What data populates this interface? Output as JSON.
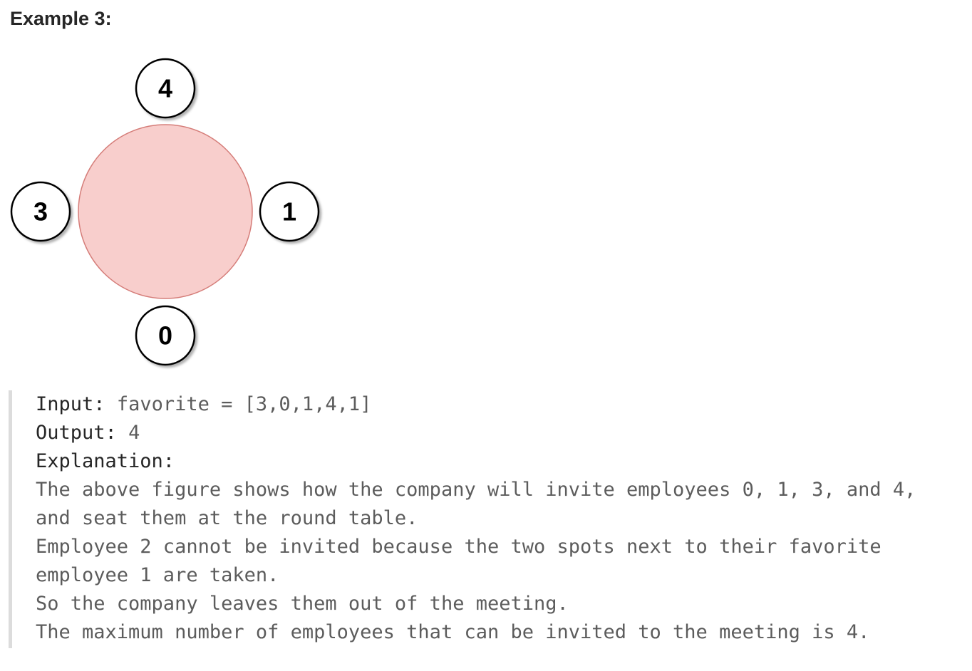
{
  "heading": "Example 3:",
  "table": {
    "fill": "#f8cecc",
    "stroke": "#d57d79"
  },
  "seats": {
    "top": "4",
    "right": "1",
    "bottom": "0",
    "left": "3"
  },
  "example": {
    "input_label": "Input:",
    "input_value": "favorite = [3,0,1,4,1]",
    "output_label": "Output:",
    "output_value": "4",
    "explanation_label": "Explanation:",
    "explanation_lines": [
      "The above figure shows how the company will invite employees 0, 1, 3, and 4,",
      "and seat them at the round table.",
      "Employee 2 cannot be invited because the two spots next to their favorite",
      "employee 1 are taken.",
      "So the company leaves them out of the meeting.",
      "The maximum number of employees that can be invited to the meeting is 4."
    ]
  }
}
